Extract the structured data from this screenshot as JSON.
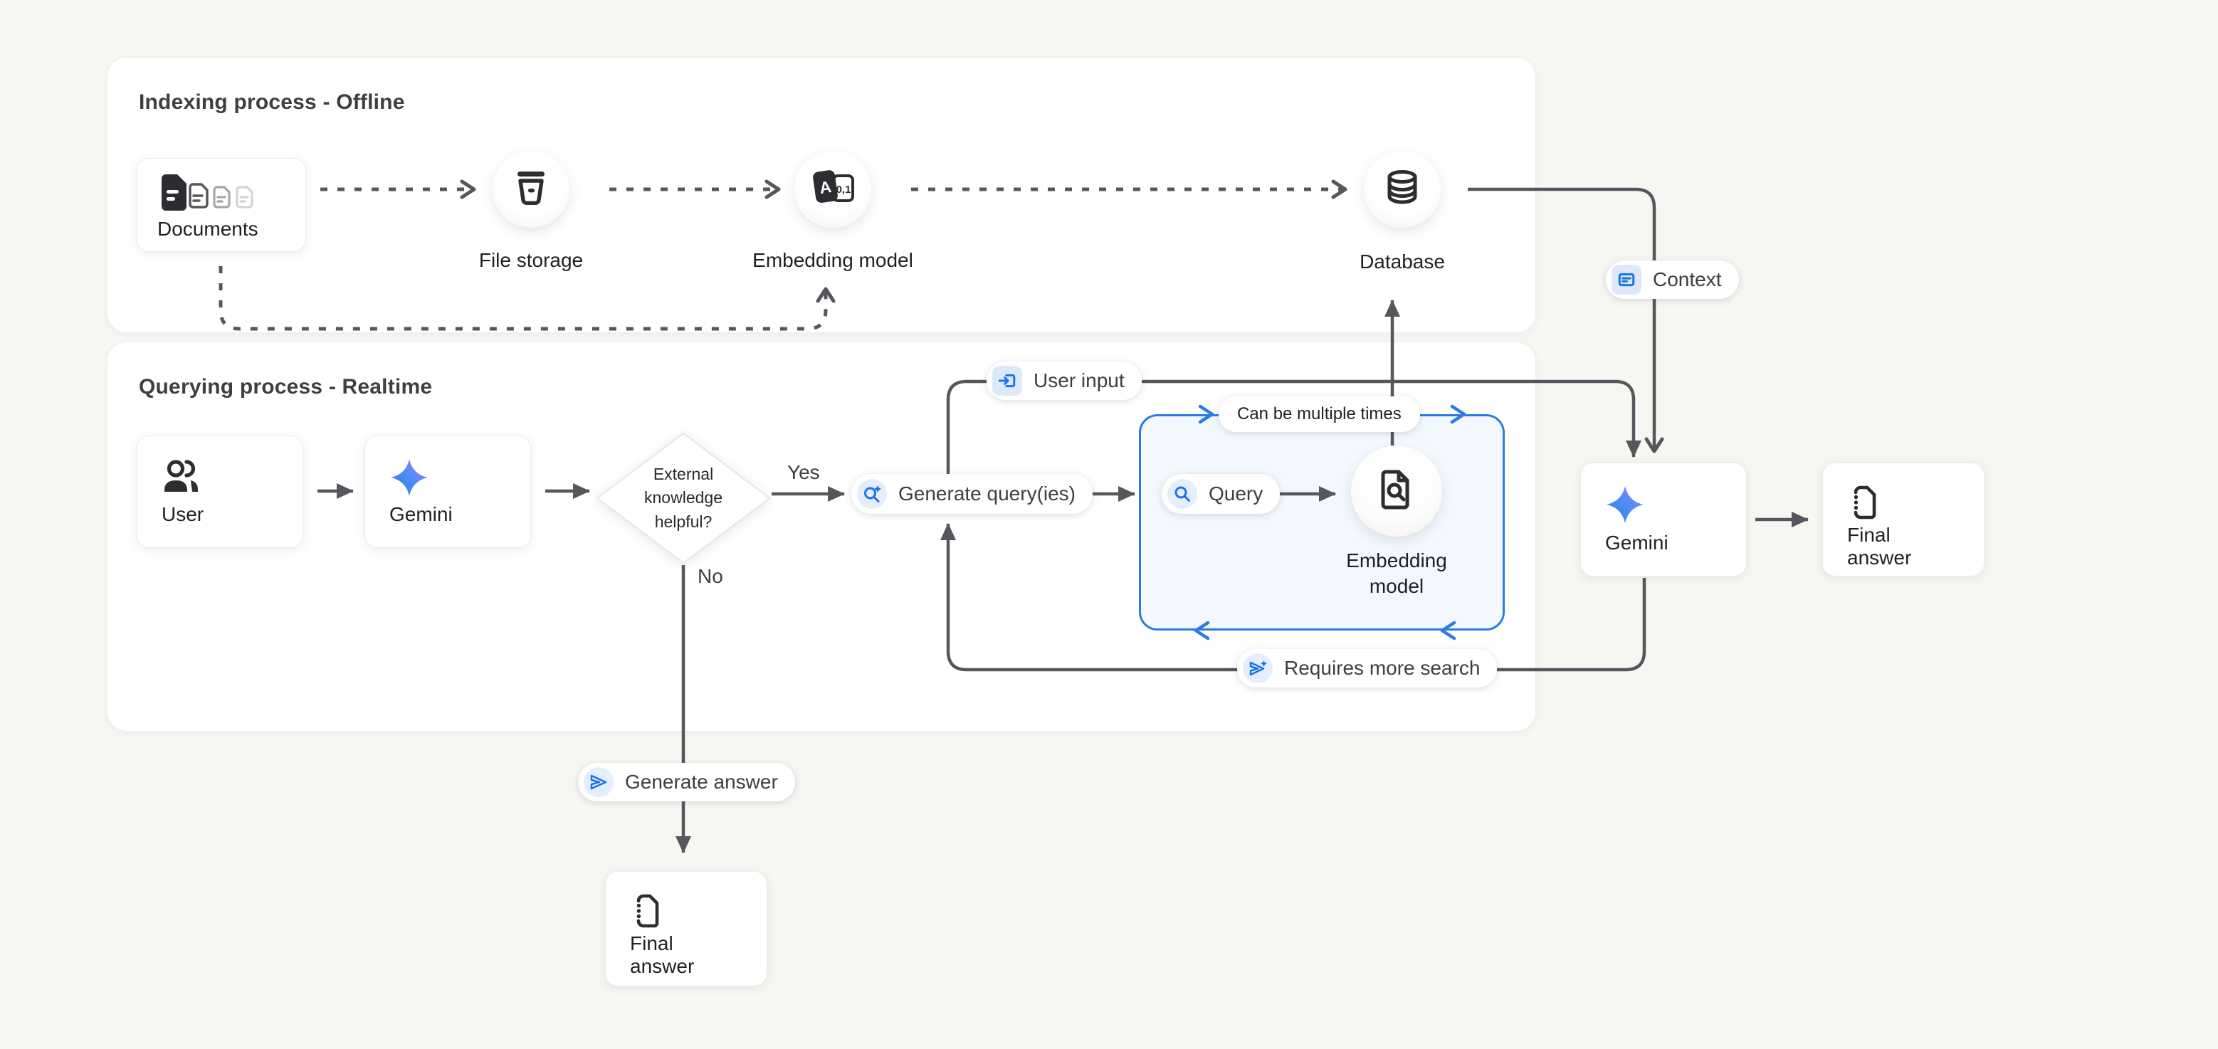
{
  "colors": {
    "background": "#f7f6f3",
    "card": "#ffffff",
    "line_gray": "#54575b",
    "icon_dark": "#2b2d30",
    "accent_blue": "#1a73e8",
    "loop_border_blue": "#2b7be4",
    "loop_fill_blue": "#f3f8fe",
    "chip_blue": "#e4eefc",
    "gemini_gradient_start": "#2a7af2",
    "gemini_gradient_end": "#9d7bfa",
    "title_gray": "#3c4043"
  },
  "sections": {
    "indexing": {
      "title": "Indexing process - Offline"
    },
    "querying": {
      "title": "Querying process - Realtime"
    }
  },
  "nodes": {
    "documents": {
      "label": "Documents"
    },
    "file_storage": {
      "label": "File storage"
    },
    "embedding_model": {
      "label": "Embedding model"
    },
    "database": {
      "label": "Database"
    },
    "user": {
      "label": "User"
    },
    "gemini_left": {
      "label": "Gemini"
    },
    "decision": {
      "label": "External knowledge helpful?"
    },
    "generate_queries": {
      "label": "Generate query(ies)"
    },
    "query": {
      "label": "Query"
    },
    "embedding_model_query": {
      "label": "Embedding model"
    },
    "gemini_right": {
      "label": "Gemini"
    },
    "final_answer_right": {
      "label": "Final answer"
    },
    "generate_answer": {
      "label": "Generate answer"
    },
    "final_answer_bottom": {
      "label": "Final answer"
    }
  },
  "edge_labels": {
    "yes": "Yes",
    "no": "No",
    "context": "Context",
    "user_input": "User input",
    "requires_more_search": "Requires more search",
    "can_be_multiple_times": "Can be multiple times"
  },
  "icons": {
    "documents": "stacked-documents-icon",
    "file_storage": "storage-bucket-icon",
    "embedding_model": "text-embedding-icon",
    "embedding_letters": {
      "a": "A",
      "nums": "0,1"
    },
    "database": "database-cylinder-icon",
    "user": "people-icon",
    "gemini": "gemini-sparkle-icon",
    "query": "search-icon",
    "generate_queries": "search-sparkle-icon",
    "user_input": "input-arrow-icon",
    "context": "article-icon",
    "requires_more_search": "send-sparkle-icon",
    "generate_answer": "send-icon",
    "embedding_model_query": "document-search-icon",
    "final_answer": "summary-document-icon"
  }
}
